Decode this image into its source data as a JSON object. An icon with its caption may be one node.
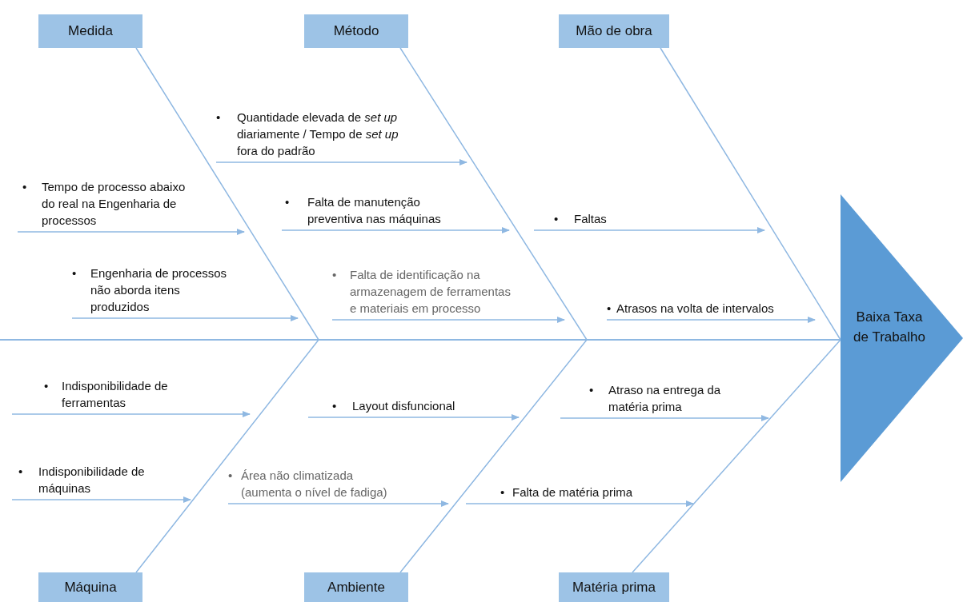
{
  "diagram": {
    "nodes": [
      {
        "text": [
          "Medida"
        ]
      },
      {
        "text": [
          "Método"
        ]
      },
      {
        "text": [
          "Mão de obra"
        ]
      },
      {
        "text": [
          "•",
          "Quantidade elevada de *set up* diariamente / Tempo de *set up* fora do padrão"
        ]
      },
      {
        "text": [
          "•",
          "Tempo de processo abaixo do real na Engenharia de processos"
        ]
      },
      {
        "text": [
          "•",
          "Falta de manutenção preventiva nas máquinas"
        ]
      },
      {
        "text": [
          "•",
          "Faltas"
        ]
      },
      {
        "text": [
          "•",
          "Engenharia de processos não aborda itens produzidos"
        ]
      },
      {
        "text": [
          "•",
          "Falta de identificação na armazenagem de ferramentas e materiais em processo"
        ]
      },
      {
        "text": [
          "•",
          "Atrasos na volta de intervalos"
        ]
      },
      {
        "text": [
          "Baixa Taxa de Trabalho"
        ]
      },
      {
        "text": [
          "•",
          "Indisponibilidade de ferramentas"
        ]
      },
      {
        "text": [
          "•",
          "Atraso na entrega da matéria prima"
        ]
      },
      {
        "text": [
          "•",
          "Layout disfuncional"
        ]
      },
      {
        "text": [
          "•",
          "Indisponibilidade de máquinas"
        ]
      },
      {
        "text": [
          "•",
          "Área não climatizada (aumenta o nível de fadiga)"
        ]
      },
      {
        "text": [
          "•",
          "Falta de matéria prima"
        ]
      },
      {
        "text": [
          "Máquina"
        ]
      },
      {
        "text": [
          "Ambiente"
        ]
      },
      {
        "text": [
          "Matéria prima"
        ]
      }
    ],
    "edges": [
      {
        "from": 0,
        "to": 10,
        "arrow": "none"
      },
      {
        "from": 1,
        "to": 10,
        "arrow": "none"
      },
      {
        "from": 2,
        "to": 10,
        "arrow": "none"
      },
      {
        "from": 17,
        "to": 10,
        "arrow": "none"
      },
      {
        "from": 18,
        "to": 10,
        "arrow": "none"
      },
      {
        "from": 19,
        "to": 10,
        "arrow": "none"
      },
      {
        "from": 3,
        "to": null,
        "arrow": "to"
      },
      {
        "from": 4,
        "to": null,
        "arrow": "to"
      },
      {
        "from": 5,
        "to": null,
        "arrow": "to"
      },
      {
        "from": 6,
        "to": null,
        "arrow": "to"
      },
      {
        "from": 7,
        "to": null,
        "arrow": "to"
      },
      {
        "from": 8,
        "to": null,
        "arrow": "to"
      },
      {
        "from": 9,
        "to": null,
        "arrow": "to"
      },
      {
        "from": 11,
        "to": null,
        "arrow": "to"
      },
      {
        "from": 12,
        "to": null,
        "arrow": "to"
      },
      {
        "from": 13,
        "to": null,
        "arrow": "to"
      },
      {
        "from": 14,
        "to": null,
        "arrow": "to"
      },
      {
        "from": 15,
        "to": null,
        "arrow": "to"
      },
      {
        "from": 16,
        "to": null,
        "arrow": "to"
      }
    ]
  }
}
